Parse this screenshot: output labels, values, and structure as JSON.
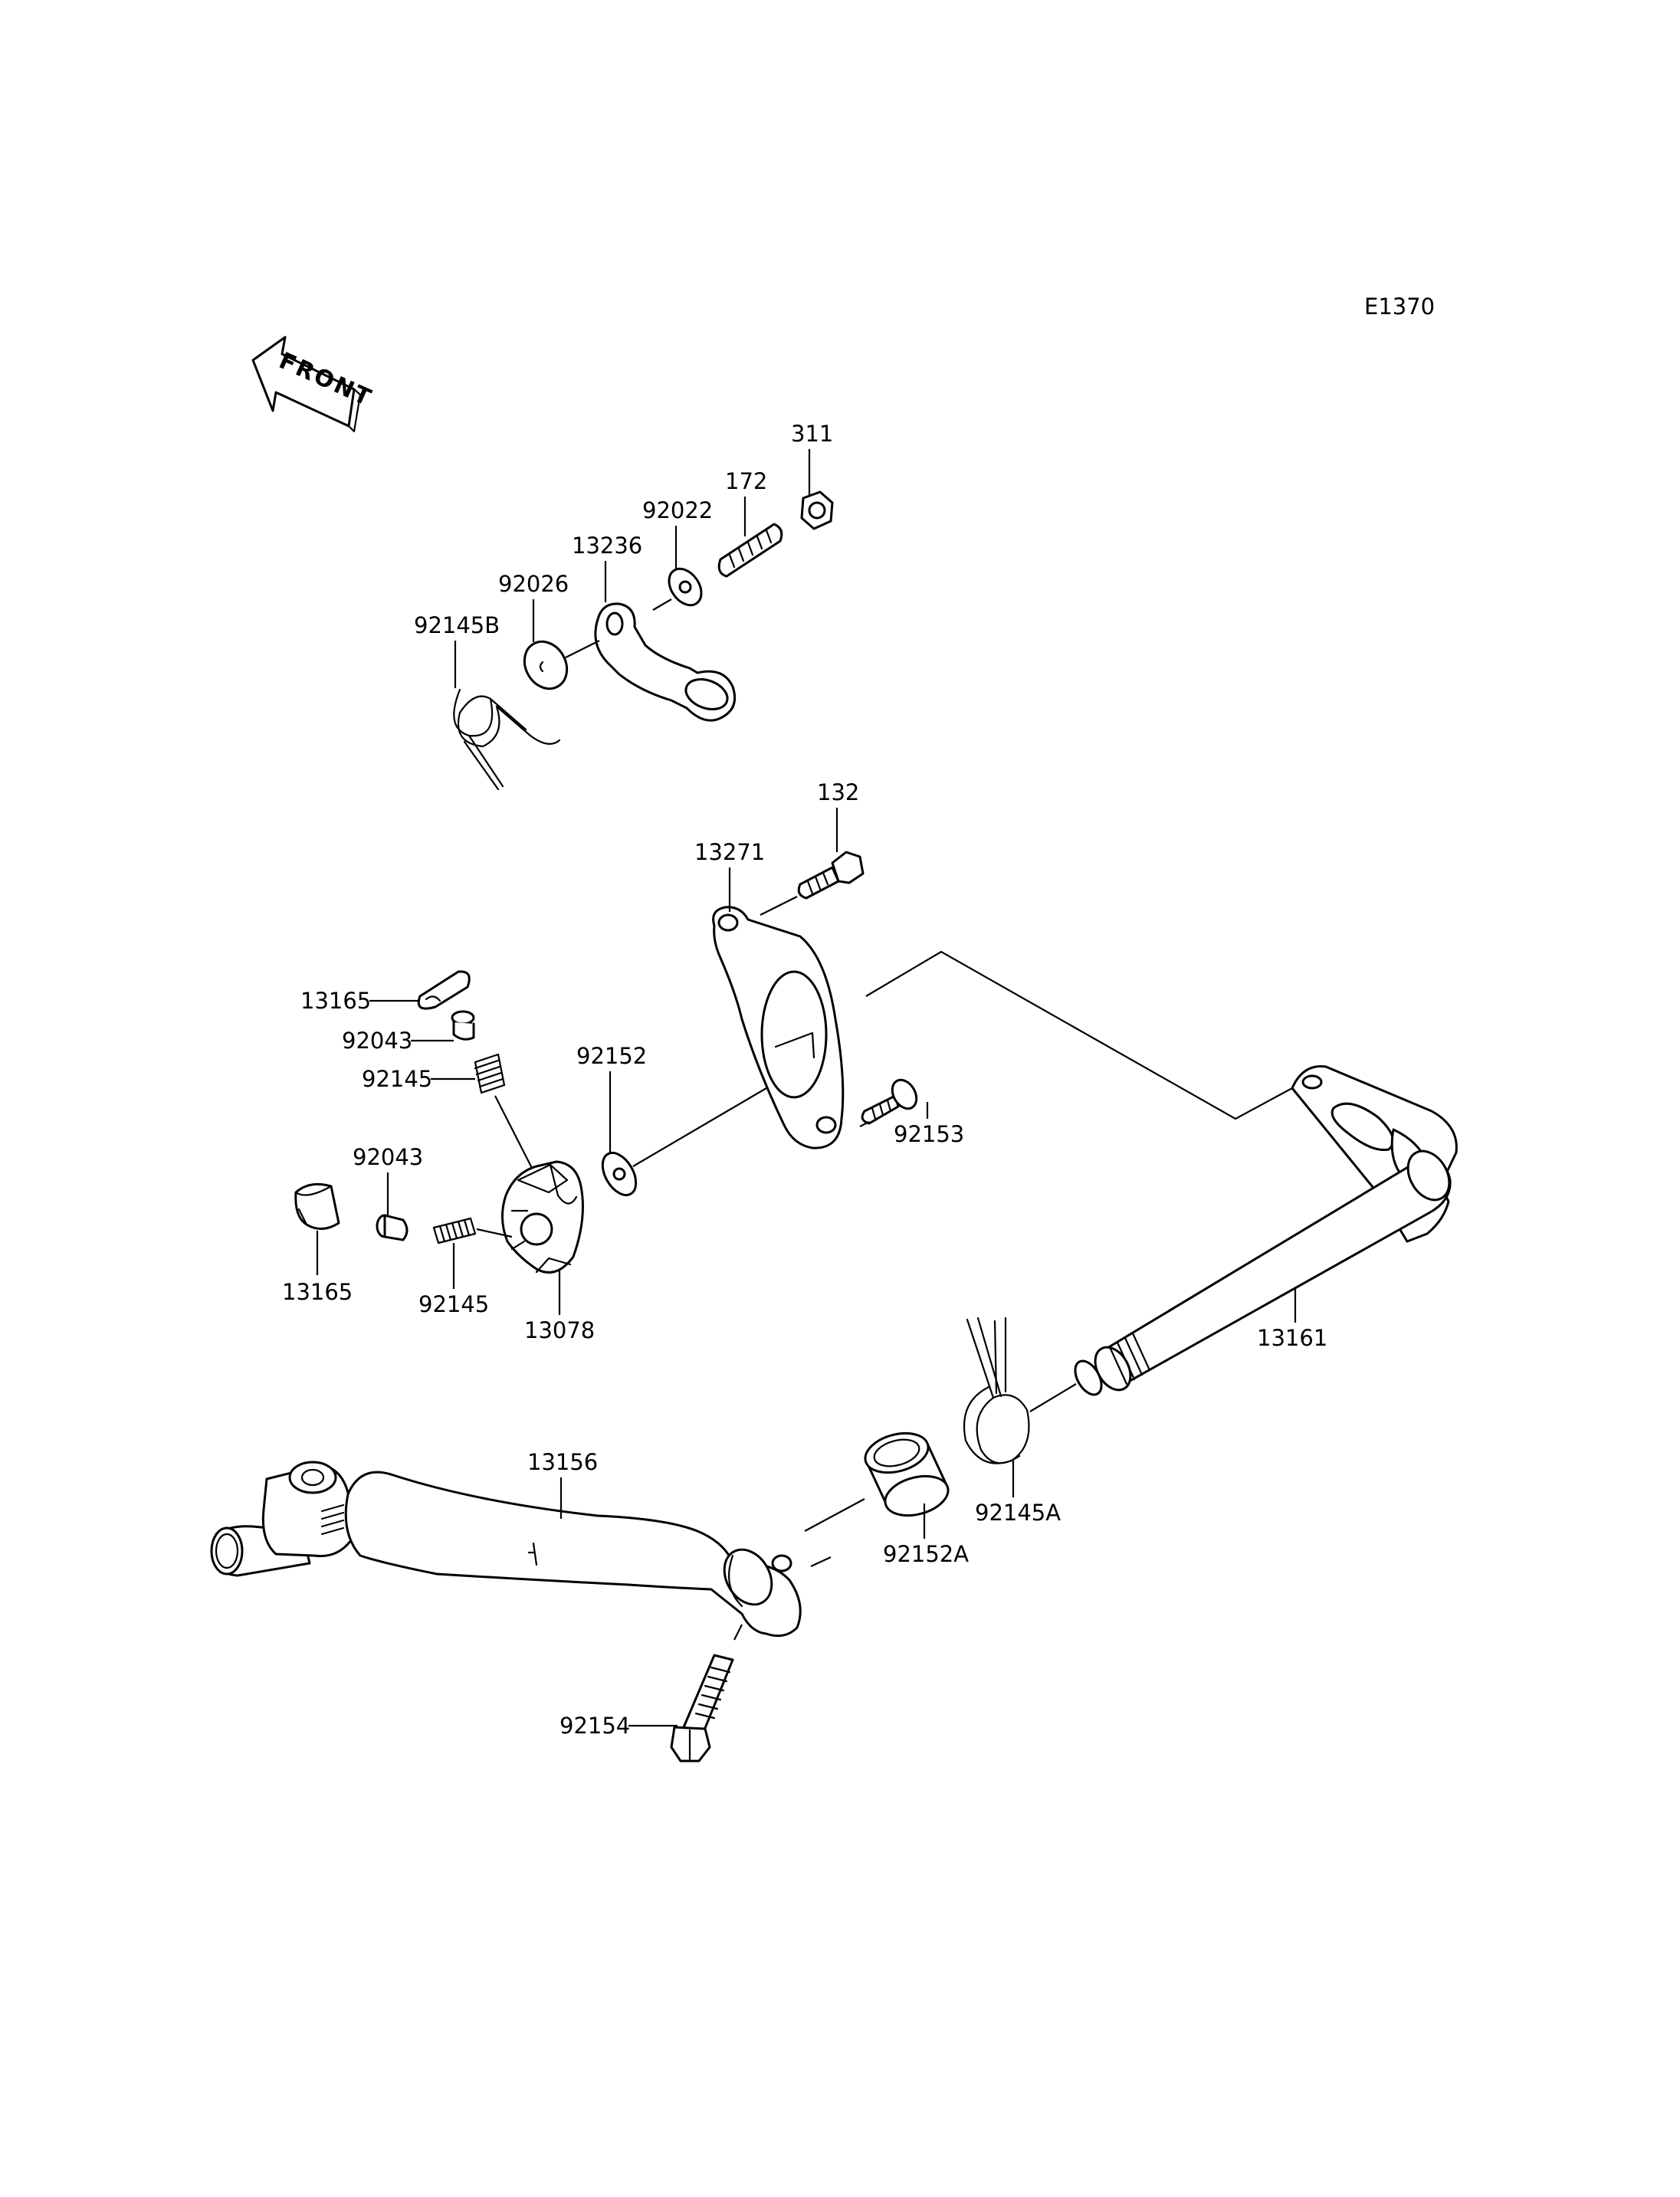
{
  "diagram_code": "E1370",
  "front_arrow_text": "FRONT",
  "part_numbers": {
    "p311": "311",
    "p172": "172",
    "p92022": "92022",
    "p13236": "13236",
    "p92026": "92026",
    "p92145B": "92145B",
    "p132": "132",
    "p13271": "13271",
    "p13165_top": "13165",
    "p92043_top": "92043",
    "p92145_top": "92145",
    "p92152": "92152",
    "p92153": "92153",
    "p92043_left": "92043",
    "p13165_left": "13165",
    "p92145_bottom": "92145",
    "p13078": "13078",
    "p13161": "13161",
    "p13156": "13156",
    "p92152A": "92152A",
    "p92145A": "92145A",
    "p92154": "92154"
  }
}
